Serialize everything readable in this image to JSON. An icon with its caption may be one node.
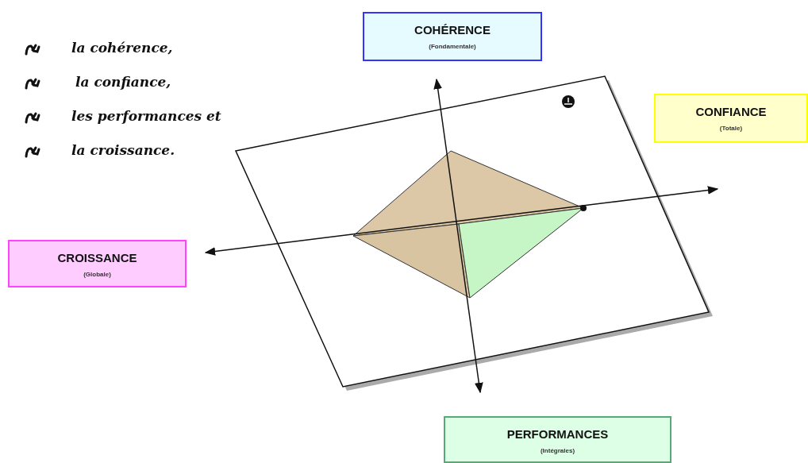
{
  "diagram": {
    "nodes": [
      {
        "text": [
          "COHÉRENCE",
          "(Fondamentale)"
        ]
      },
      {
        "text": [
          "CONFIANCE",
          "(Totale)"
        ]
      },
      {
        "text": [
          "CROISSANCE",
          "(Globale)"
        ]
      },
      {
        "text": [
          "PERFORMANCES",
          "(Intégrales)"
        ]
      }
    ],
    "labels": [
      "la cohérence,",
      "la confiance,",
      "les performances et",
      "la croissance."
    ]
  }
}
